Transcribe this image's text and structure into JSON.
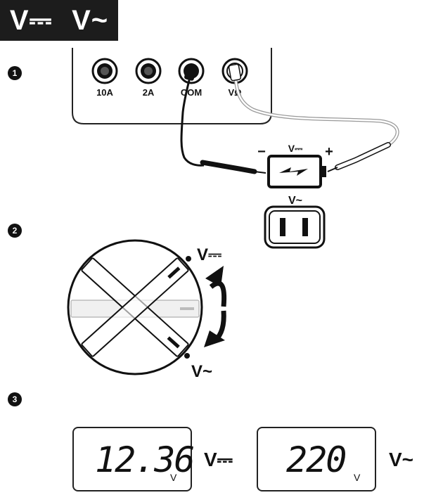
{
  "header": {
    "dc_label": "V⎓",
    "ac_label": "V~"
  },
  "steps": [
    {
      "number": "1"
    },
    {
      "number": "2"
    },
    {
      "number": "3"
    }
  ],
  "jacks": [
    {
      "label": "10A"
    },
    {
      "label": "2A"
    },
    {
      "label": "COM"
    },
    {
      "label": "VΩ"
    }
  ],
  "battery": {
    "symbol": "V⎓",
    "minus": "−",
    "plus": "+"
  },
  "outlet": {
    "symbol": "V~"
  },
  "dial": {
    "dc_label": "V⎓",
    "ac_label": "V~"
  },
  "displays": [
    {
      "value": "12.36",
      "unit": "V",
      "mode": "V⎓"
    },
    {
      "value": "220",
      "unit": "V",
      "mode": "V~"
    }
  ]
}
